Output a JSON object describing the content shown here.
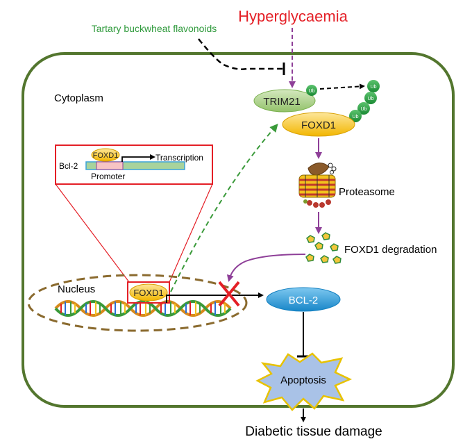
{
  "labels": {
    "hyperglycaemia": "Hyperglycaemia",
    "flavonoids": "Tartary buckwheat flavonoids",
    "cytoplasm": "Cytoplasm",
    "trim21": "TRIM21",
    "foxd1": "FOXD1",
    "ub": "Ub",
    "proteasome": "Proteasome",
    "foxd1_degradation": "FOXD1 degradation",
    "nucleus": "Nucleus",
    "bcl2": "BCL-2",
    "apoptosis": "Apoptosis",
    "diabetic_tissue_damage": "Diabetic tissue damage",
    "inset_foxd1": "FOXD1",
    "inset_transcription": "Transcription",
    "inset_bcl2": "Bcl-2",
    "inset_promoter": "Promoter"
  },
  "colors": {
    "cell_border": "#53762e",
    "hyperglycaemia": "#e41f26",
    "flavonoids": "#2f9a3c",
    "purple_arrow": "#8e3f98",
    "green_dashed": "#3a9a3a",
    "trim21_fill": "#a9cf85",
    "foxd1_fill": "#f7c521",
    "ub_fill": "#2aa54a",
    "bcl2_fill": "#2b9fdc",
    "apoptosis_fill": "#a9c2e7",
    "nucleus_border": "#8a6a2e",
    "inset_border": "#e41f26",
    "inhibition_cross": "#e41f26"
  }
}
